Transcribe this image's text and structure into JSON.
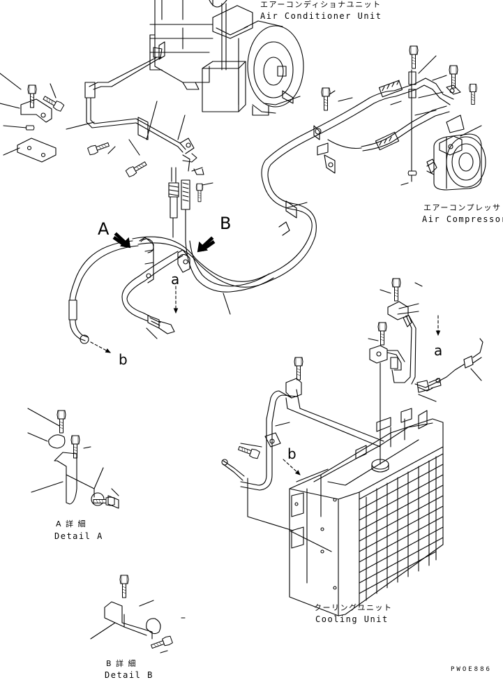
{
  "labels": {
    "air_conditioner_unit": {
      "jp": "エアーコンディショナユニット",
      "en": "Air Conditioner Unit"
    },
    "air_compressor": {
      "jp": "エアーコンプレッサ",
      "en": "Air Compressor"
    },
    "cooling_unit": {
      "jp": "クーリングユニット",
      "en": "Cooling Unit"
    },
    "detail_a": {
      "jp": "A 詳 細",
      "en": "Detail A"
    },
    "detail_b": {
      "jp": "B 詳 細",
      "en": "Detail B"
    }
  },
  "markers": {
    "A": "A",
    "B": "B",
    "a_upper": "a",
    "b_upper": "b",
    "a_lower": "a",
    "b_lower": "b"
  },
  "drawing_code": "PWOE886"
}
